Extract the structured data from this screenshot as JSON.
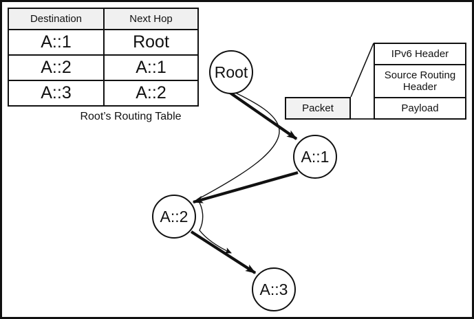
{
  "routing_table": {
    "caption": "Root’s Routing Table",
    "headers": [
      "Destination",
      "Next Hop"
    ],
    "rows": [
      [
        "A::1",
        "Root"
      ],
      [
        "A::2",
        "A::1"
      ],
      [
        "A::3",
        "A::2"
      ]
    ]
  },
  "packet": {
    "label": "Packet",
    "layers": [
      "IPv6 Header",
      "Source Routing Header",
      "Payload"
    ]
  },
  "nodes": {
    "root": "Root",
    "a1": "A::1",
    "a2": "A::2",
    "a3": "A::3"
  },
  "colors": {
    "line": "#111111",
    "light_fill": "#f0f0f0",
    "background": "#ffffff"
  }
}
